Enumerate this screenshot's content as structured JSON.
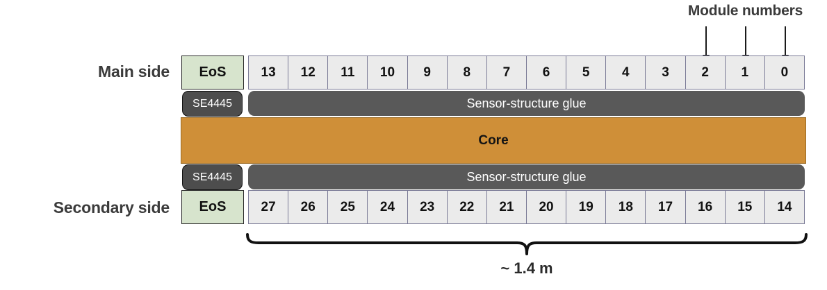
{
  "diagram": {
    "title_annotation": "Module numbers",
    "dimension": "~ 1.4 m",
    "colors": {
      "core": "#cf8f38",
      "glue": "#595959",
      "eos": "#d7e4cd",
      "chip": "#4d4d4d",
      "module_cell": "#ebebeb",
      "module_border": "#7a7a96",
      "text_dark": "#3b3b3b"
    },
    "sides": {
      "main": {
        "label": "Main side",
        "eos_label": "EoS",
        "chip_label": "SE4445",
        "glue_label": "Sensor-structure glue",
        "modules": [
          "13",
          "12",
          "11",
          "10",
          "9",
          "8",
          "7",
          "6",
          "5",
          "4",
          "3",
          "2",
          "1",
          "0"
        ]
      },
      "secondary": {
        "label": "Secondary side",
        "eos_label": "EoS",
        "chip_label": "SE4445",
        "glue_label": "Sensor-structure glue",
        "modules": [
          "27",
          "26",
          "25",
          "24",
          "23",
          "22",
          "21",
          "20",
          "19",
          "18",
          "17",
          "16",
          "15",
          "14"
        ]
      }
    },
    "core": {
      "label": "Core"
    },
    "arrows": [
      {
        "name": "arrow-to-module-2",
        "target": "2"
      },
      {
        "name": "arrow-to-module-1",
        "target": "1"
      },
      {
        "name": "arrow-to-module-0",
        "target": "0"
      }
    ]
  }
}
